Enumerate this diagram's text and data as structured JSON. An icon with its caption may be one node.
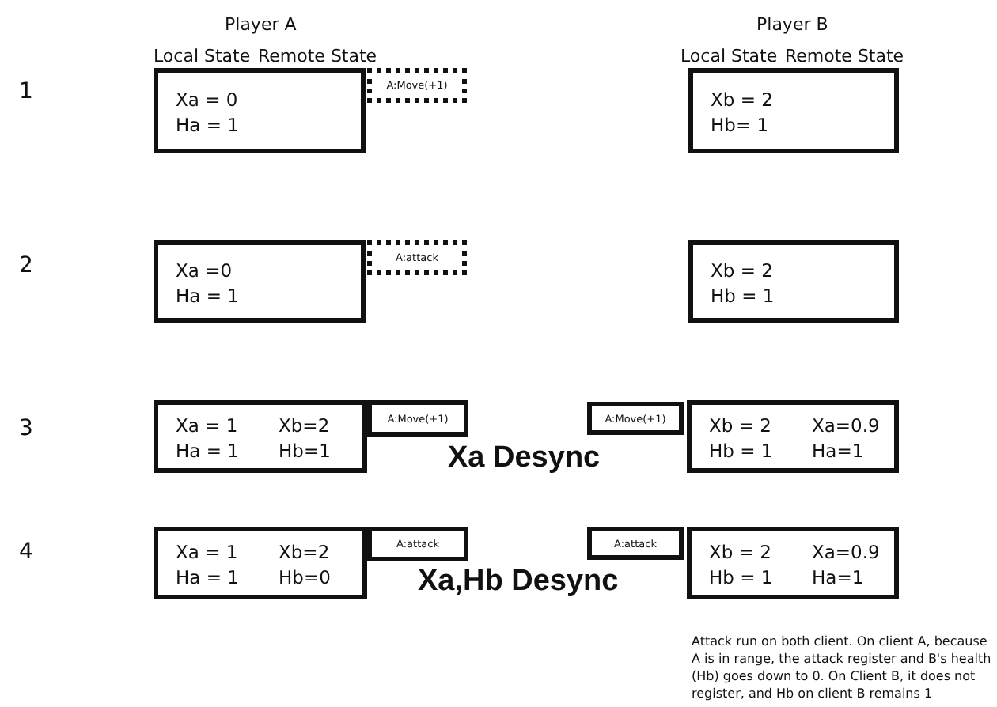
{
  "diagram": {
    "nodes": [
      {
        "text": [
          "Xa = 0",
          "Ha = 1"
        ]
      },
      {
        "text": [
          "A:Move(+1)"
        ]
      },
      {
        "text": [
          "Xb = 2",
          "Hb= 1"
        ]
      },
      {
        "text": [
          "Xa =0",
          "Ha = 1"
        ]
      },
      {
        "text": [
          "A:attack"
        ]
      },
      {
        "text": [
          "Xb = 2",
          "Hb = 1"
        ]
      },
      {
        "text": [
          "Xa = 1",
          "Ha = 1",
          "Xb=2",
          "Hb=1"
        ]
      },
      {
        "text": [
          "A:Move(+1)"
        ]
      },
      {
        "text": [
          "A:Move(+1)"
        ]
      },
      {
        "text": [
          "Xb = 2",
          "Hb = 1",
          "Xa=0.9",
          "Ha=1"
        ]
      },
      {
        "text": [
          "Xa = 1",
          "Ha = 1",
          "Xb=2",
          "Hb=0"
        ]
      },
      {
        "text": [
          "A:attack"
        ]
      },
      {
        "text": [
          "A:attack"
        ]
      },
      {
        "text": [
          "Xb = 2",
          "Hb = 1",
          "Xa=0.9",
          "Ha=1"
        ]
      }
    ],
    "edges": [],
    "labels": [
      "Player A",
      "Player B",
      "Local State",
      "Remote State",
      "Local State",
      "Remote State",
      "1",
      "2",
      "3",
      "4",
      "Xa Desync",
      "Xa,Hb Desync",
      "Attack run on both client. On client A, because A is in range, the attack register and B's health (Hb) goes down to 0. On Client B, it does not register, and Hb on client B remains 1"
    ]
  }
}
